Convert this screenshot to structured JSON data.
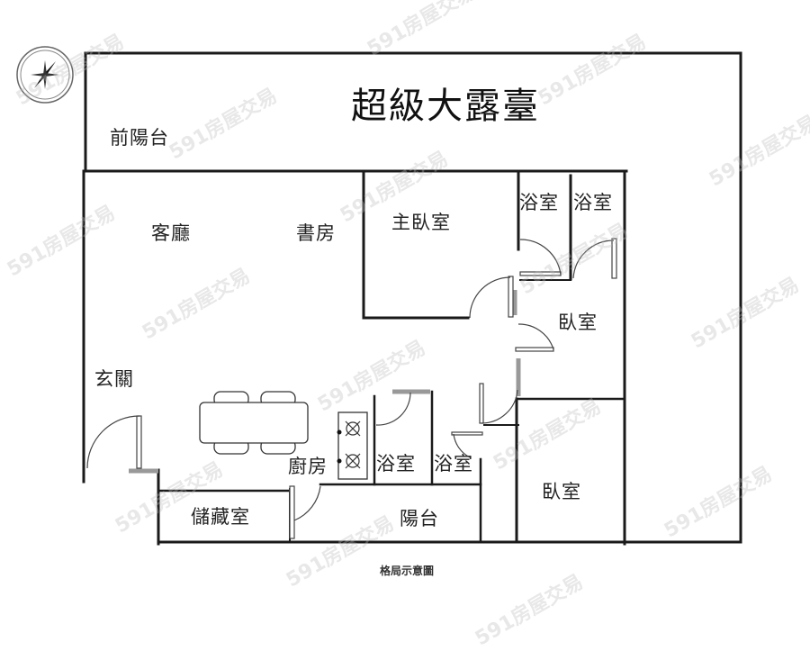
{
  "plan": {
    "rooms": {
      "super_terrace": "超級大露臺",
      "front_balcony": "前陽台",
      "living_room": "客廳",
      "study": "書房",
      "master_bedroom": "主臥室",
      "bathroom_1": "浴室",
      "bathroom_2": "浴室",
      "bedroom_1": "臥室",
      "entrance": "玄關",
      "kitchen": "廚房",
      "bathroom_3": "浴室",
      "bathroom_4": "浴室",
      "storage": "儲藏室",
      "balcony": "陽台",
      "bedroom_2": "臥室"
    },
    "caption": "格局示意圖",
    "watermark": "591房屋交易",
    "colors": {
      "wall": "#1a1a1a",
      "door": "#555555",
      "opening": "#999999",
      "background": "#ffffff"
    },
    "icons": [
      "compass-icon",
      "dining-table-icon",
      "stove-icon"
    ]
  }
}
